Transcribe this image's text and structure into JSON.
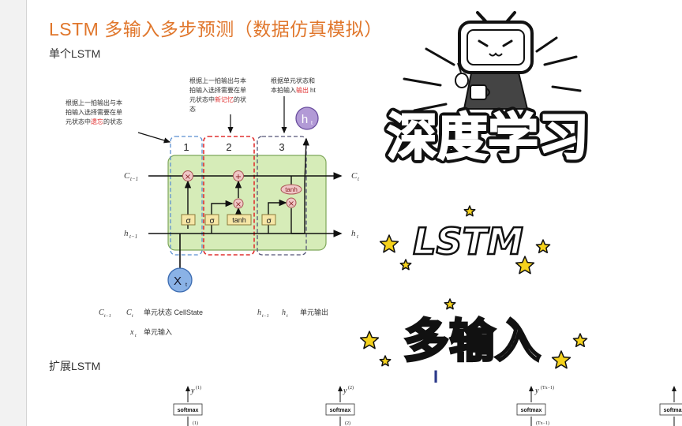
{
  "doc": {
    "title": "LSTM 多输入多步预测（数据仿真模拟）",
    "section1": "单个LSTM",
    "section2": "扩展LSTM"
  },
  "diagram": {
    "annotations": {
      "forget": [
        "根据上一拍输出与本",
        "拍输入选择需要在单",
        "元状态中",
        "遗忘",
        "的状态"
      ],
      "memory": [
        "根据上一拍输出与本",
        "拍输入选择需要在单",
        "元状态中",
        "新记忆",
        "的状",
        "态"
      ],
      "output": [
        "根据单元状态和",
        "本拍输入",
        "输出",
        "ht"
      ]
    },
    "gate_numbers": [
      "1",
      "2",
      "3"
    ],
    "labels": {
      "c_prev": "C",
      "c_prev_sub": "t−1",
      "c_next": "C",
      "c_next_sub": "t",
      "h_prev": "h",
      "h_prev_sub": "t−1",
      "h_next": "h",
      "h_next_sub": "t",
      "x": "X",
      "x_sub": "t",
      "h_top": "h",
      "h_top_sub": "t",
      "sigma": "σ",
      "tanh": "tanh",
      "times": "×",
      "plus": "+"
    },
    "legend": {
      "c_pair_1": "C",
      "c_pair_1_sub": "t−1",
      "c_pair_2": "C",
      "c_pair_2_sub": "t",
      "cell_state": "单元状态 CellState",
      "x_sym": "x",
      "x_sub": "t",
      "input": "单元输入",
      "h_pair_1": "h",
      "h_pair_1_sub": "t−1",
      "h_pair_2": "h",
      "h_pair_2_sub": "t",
      "output": "单元输出"
    },
    "softmax_blocks": [
      {
        "label": "softmax",
        "y": "y",
        "sup": "(1)",
        "a_sup": "(1)"
      },
      {
        "label": "softmax",
        "y": "y",
        "sup": "(2)",
        "a_sup": "(2)"
      },
      {
        "label": "softmax",
        "y": "y",
        "sup": "(Tx−1)",
        "a_sup": "(Tx−1)"
      },
      {
        "label": "softmax",
        "y": "",
        "sup": "",
        "a_sup": ""
      }
    ]
  },
  "overlay": {
    "headline": "深度学习",
    "lstm": "LSTM",
    "multi_input": "多输入",
    "cursor": "I"
  },
  "colors": {
    "title": "#e0762b",
    "cell_fill": "#d6ecb8",
    "cell_stroke": "#7ea75a",
    "gate1": "#5b8fd1",
    "gate2": "#e03030",
    "gate3": "#555577",
    "x_node": "#8ab2e6",
    "h_node": "#b29ad6",
    "op_node": "#f0c7c7",
    "box_fill": "#f6e6a6",
    "star": "#f5d21c"
  }
}
